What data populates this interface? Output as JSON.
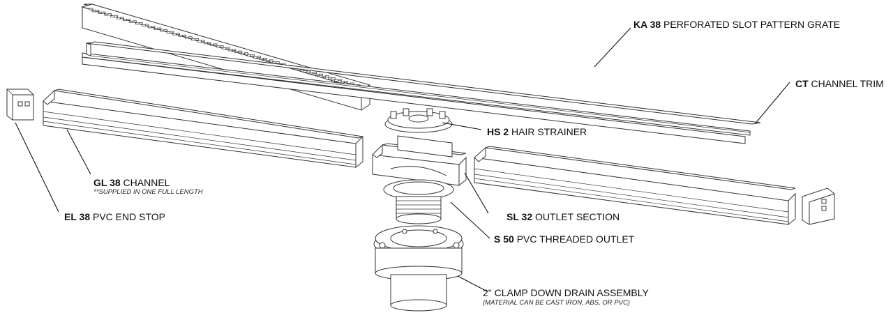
{
  "labels": {
    "grate": {
      "code": "KA 38",
      "text": " PERFORATED SLOT PATTERN GRATE"
    },
    "trim": {
      "code": "CT",
      "text": " CHANNEL TRIM"
    },
    "strainer": {
      "code": "HS 2",
      "text": " HAIR STRAINER"
    },
    "channel": {
      "code": "GL 38",
      "text": " CHANNEL",
      "note": "**SUPPLIED IN ONE FULL LENGTH"
    },
    "outlet_section": {
      "code": "SL 32",
      "text": " OUTLET SECTION"
    },
    "end_stop": {
      "code": "EL 38",
      "text": " PVC END STOP"
    },
    "threaded_outlet": {
      "code": "S 50",
      "text": " PVC THREADED OUTLET"
    },
    "drain": {
      "text": "2\" CLAMP DOWN DRAIN ASSEMBLY",
      "note": "(MATERIAL CAN BE CAST IRON, ABS, OR PVC)"
    }
  },
  "colors": {
    "line": "#333333",
    "text": "#111111",
    "background": "#ffffff"
  }
}
